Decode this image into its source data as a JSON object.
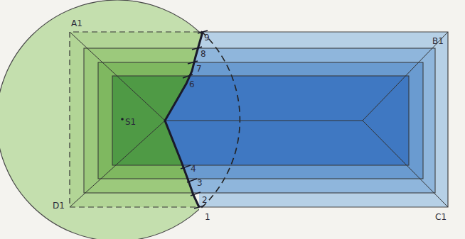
{
  "diagram": {
    "labels": [
      "A1",
      "B1",
      "C1",
      "D1",
      "S1",
      "9",
      "8",
      "7",
      "6",
      "4",
      "3",
      "2",
      "1"
    ]
  }
}
